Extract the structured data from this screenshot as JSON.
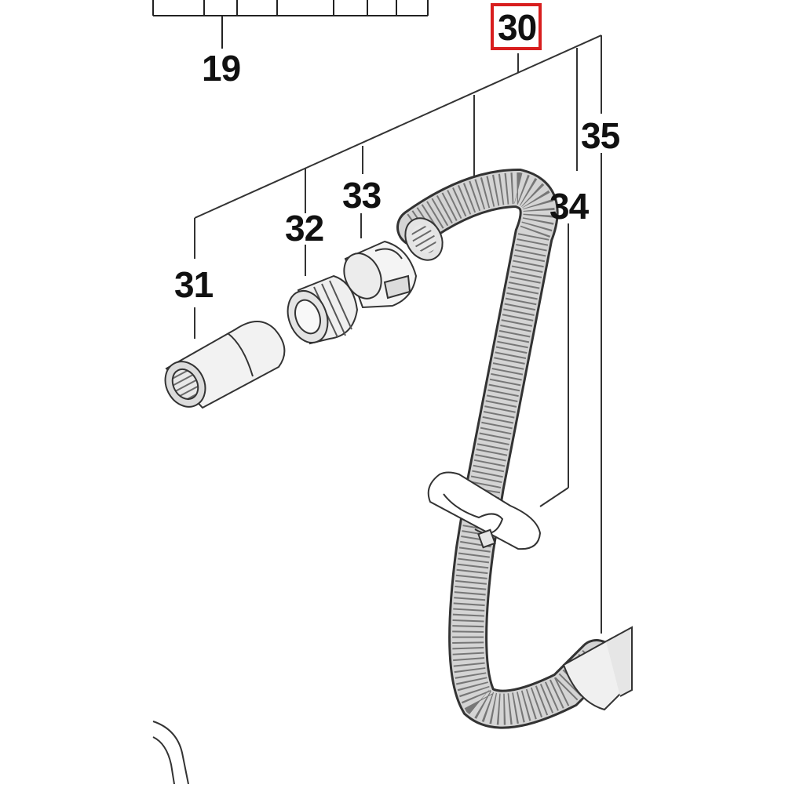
{
  "diagram": {
    "highlight_color": "#d81e1e",
    "line_color": "#222222",
    "highlighted_label": "30",
    "labels": {
      "l19": "19",
      "l30": "30",
      "l31": "31",
      "l32": "32",
      "l33": "33",
      "l34": "34",
      "l35": "35"
    },
    "parts": [
      {
        "id": "31",
        "icon": "hose-end-nozzle-icon"
      },
      {
        "id": "32",
        "icon": "threaded-ring-icon"
      },
      {
        "id": "33",
        "icon": "clamp-coupling-icon"
      },
      {
        "id": "34",
        "icon": "hose-clip-icon"
      },
      {
        "id": "35",
        "icon": "flexible-hose-icon"
      }
    ]
  }
}
